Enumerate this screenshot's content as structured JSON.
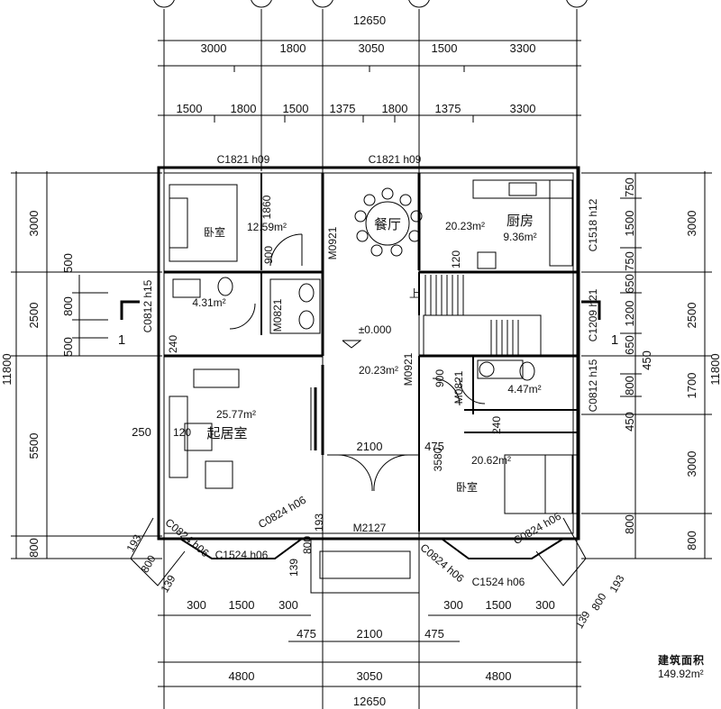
{
  "dims": {
    "top_total": "12650",
    "top_row1": [
      "3000",
      "1800",
      "3050",
      "1500",
      "3300"
    ],
    "top_row2": [
      "1500",
      "1800",
      "1500",
      "1375",
      "1800",
      "1375",
      "3300"
    ],
    "left_outer": [
      "3000",
      "2500",
      "5500",
      "800"
    ],
    "left_total": "11800",
    "left_inner": [
      "500",
      "800",
      "500"
    ],
    "left_250": "250",
    "right_outer": [
      "3000",
      "2500",
      "1700",
      "3000",
      "800"
    ],
    "right_total": "11800",
    "right_inner": [
      "750",
      "1500",
      "750",
      "650",
      "1200",
      "650",
      "450",
      "800",
      "450",
      "800"
    ],
    "bottom_row1": [
      "300",
      "1500",
      "300",
      "300",
      "1500",
      "300"
    ],
    "bottom_row2": [
      "475",
      "2100",
      "475"
    ],
    "bottom_row3": [
      "4800",
      "3050",
      "4800"
    ],
    "bottom_total": "12650",
    "stair_475": "475",
    "porch_2100": "2100",
    "v3580": "3580",
    "v120": "120",
    "v240a": "240",
    "v240b": "240",
    "bay_small": [
      "193",
      "800",
      "139",
      "193",
      "800",
      "139",
      "139",
      "800",
      "193"
    ]
  },
  "windows": {
    "c1821_a": "C1821 h09",
    "c1821_b": "C1821 h09",
    "c1518": "C1518 h12",
    "c0812_l": "C0812 h15",
    "c1209": "C1209 h21",
    "c0812_r": "C0812 h15",
    "c0824_1": "C0824 h06",
    "c0824_2": "C0824 h06",
    "c0824_3": "C0824 h06",
    "c0824_4": "C0824 h06",
    "c1524_l": "C1524 h06",
    "c1524_r": "C1524 h06"
  },
  "doors": {
    "m0921_a": "M0921",
    "m0821": "M0821",
    "m0921_b": "M0921",
    "m0821_b": "M0821",
    "m2127": "M2127",
    "d900": "900",
    "d900b": "900",
    "d1860": "1860",
    "d120": "120"
  },
  "rooms": {
    "bed1_name": "卧室",
    "bed1_area": "12.59m²",
    "bath1_area": "4.31m²",
    "dining_name": "餐厅",
    "dining_area": "20.23m²",
    "kitchen_name": "厨房",
    "kitchen_area": "9.36m²",
    "hall_level": "±0.000",
    "hall_area": "20.23m²",
    "bath2_area": "4.47m²",
    "living_name": "起居室",
    "living_area": "25.77m²",
    "bed2_name": "卧室",
    "bed2_area": "20.62m²",
    "stair_up": "上",
    "section": "1"
  },
  "summary": {
    "title": "建筑面积",
    "value": "149.92m²"
  }
}
